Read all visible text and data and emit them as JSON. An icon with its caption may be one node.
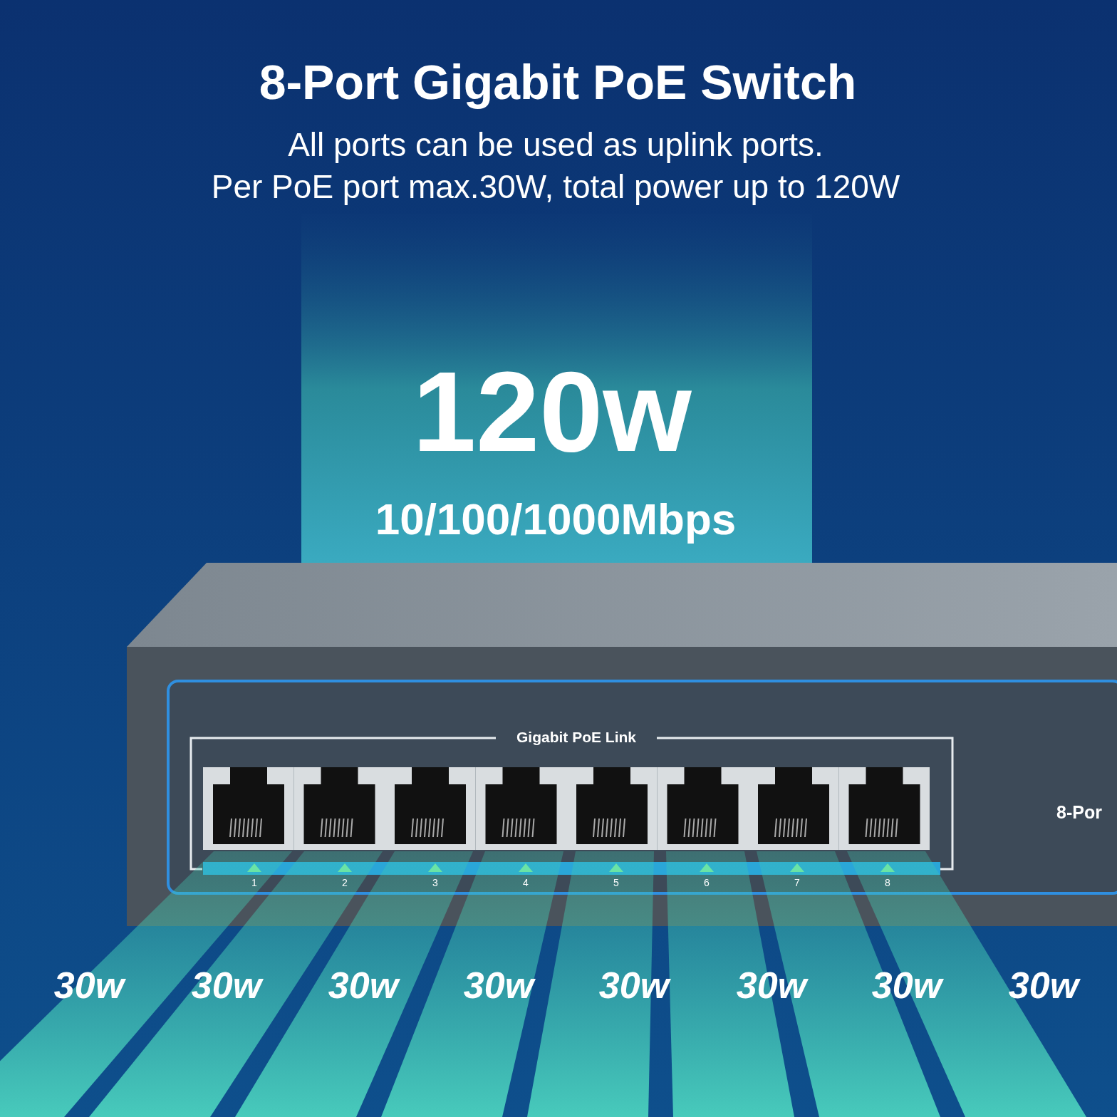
{
  "diagram": {
    "title": "8-Port Gigabit PoE Switch",
    "labels": [
      "All ports can be used as uplink ports.",
      "Per PoE port max.30W, total power up to 120W",
      "120w",
      "10/100/1000Mbps",
      "Gigabit PoE Link",
      "8-Por",
      "1",
      "2",
      "3",
      "4",
      "5",
      "6",
      "7",
      "8",
      "30w",
      "30w",
      "30w",
      "30w",
      "30w",
      "30w",
      "30w",
      "30w"
    ]
  }
}
